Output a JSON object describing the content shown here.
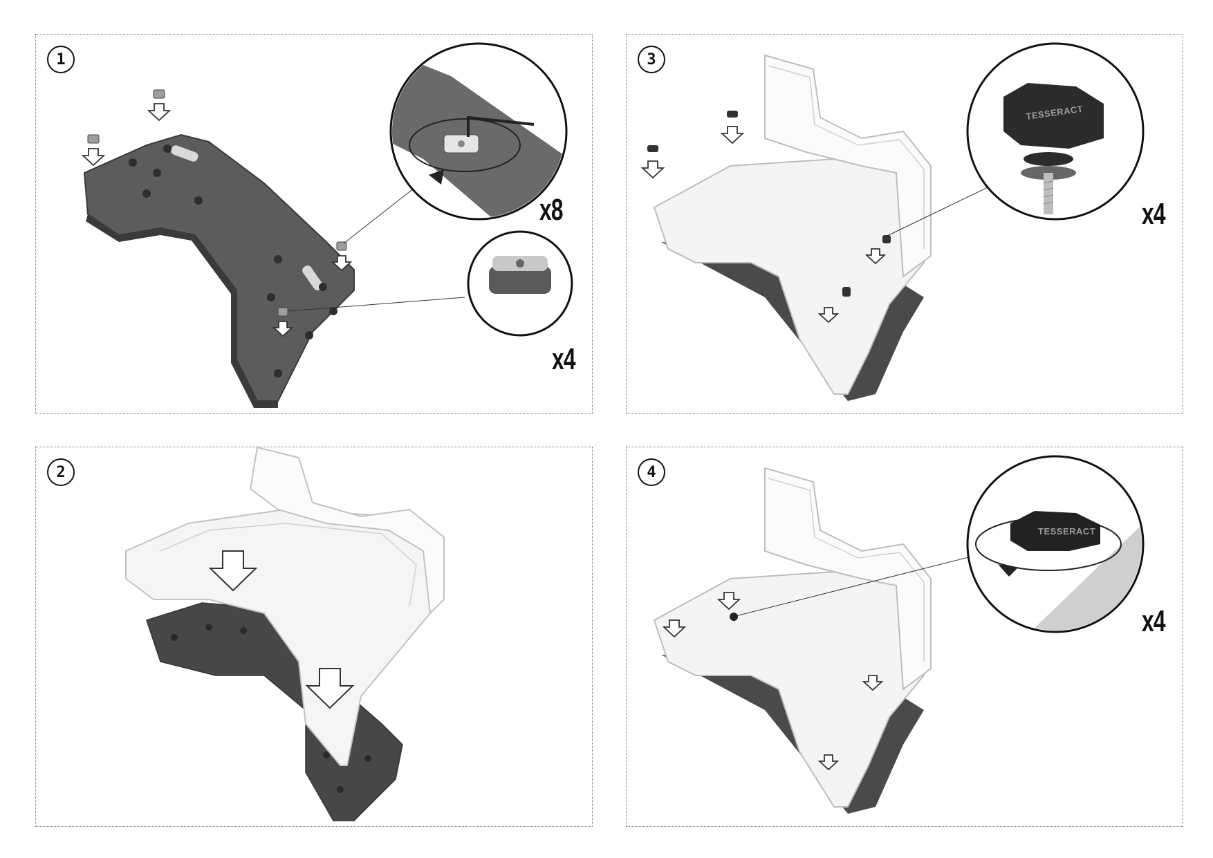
{
  "panels": [
    {
      "id": "panel-1",
      "step": "1",
      "quantities": [
        "x8",
        "x4"
      ]
    },
    {
      "id": "panel-2",
      "step": "2",
      "quantities": []
    },
    {
      "id": "panel-3",
      "step": "3",
      "quantities": [
        "x4"
      ]
    },
    {
      "id": "panel-4",
      "step": "4",
      "quantities": [
        "x4"
      ]
    }
  ],
  "brand_mark": "TESSERACT",
  "colors": {
    "plate": "#5c5c5c",
    "plate_dark": "#3a3a3a",
    "case_outline": "#bdbdbd",
    "knob": "#2b2b2b"
  }
}
